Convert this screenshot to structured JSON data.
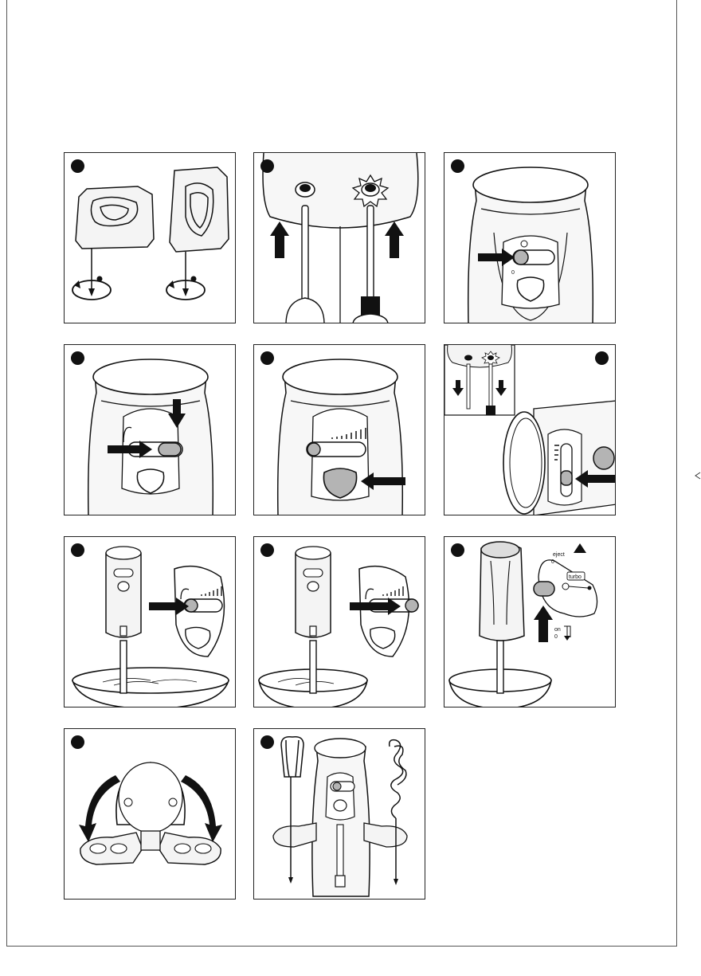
{
  "figure": {
    "rows": 4,
    "steps": [
      {
        "id": 1,
        "subject": "detach-beaters"
      },
      {
        "id": 2,
        "subject": "insert-beaters"
      },
      {
        "id": 3,
        "subject": "switch-eject"
      },
      {
        "id": 4,
        "subject": "slide-switch"
      },
      {
        "id": 5,
        "subject": "press-button"
      },
      {
        "id": 6,
        "subject": "release-beaters"
      },
      {
        "id": 7,
        "subject": "start-speed"
      },
      {
        "id": 8,
        "subject": "max-speed"
      },
      {
        "id": 9,
        "subject": "turbo"
      },
      {
        "id": 10,
        "subject": "fold-stand"
      },
      {
        "id": 11,
        "subject": "storage"
      }
    ]
  },
  "labels": {
    "power": "0",
    "eject": "eject",
    "turbo": "turbo",
    "on": "on",
    "zero": "0"
  },
  "colors": {
    "ink": "#111111",
    "grey": "#b4b4b4",
    "arrow": "#111111"
  },
  "icons": [
    "arrow-icon",
    "rotate-icon",
    "star-burst-icon"
  ]
}
